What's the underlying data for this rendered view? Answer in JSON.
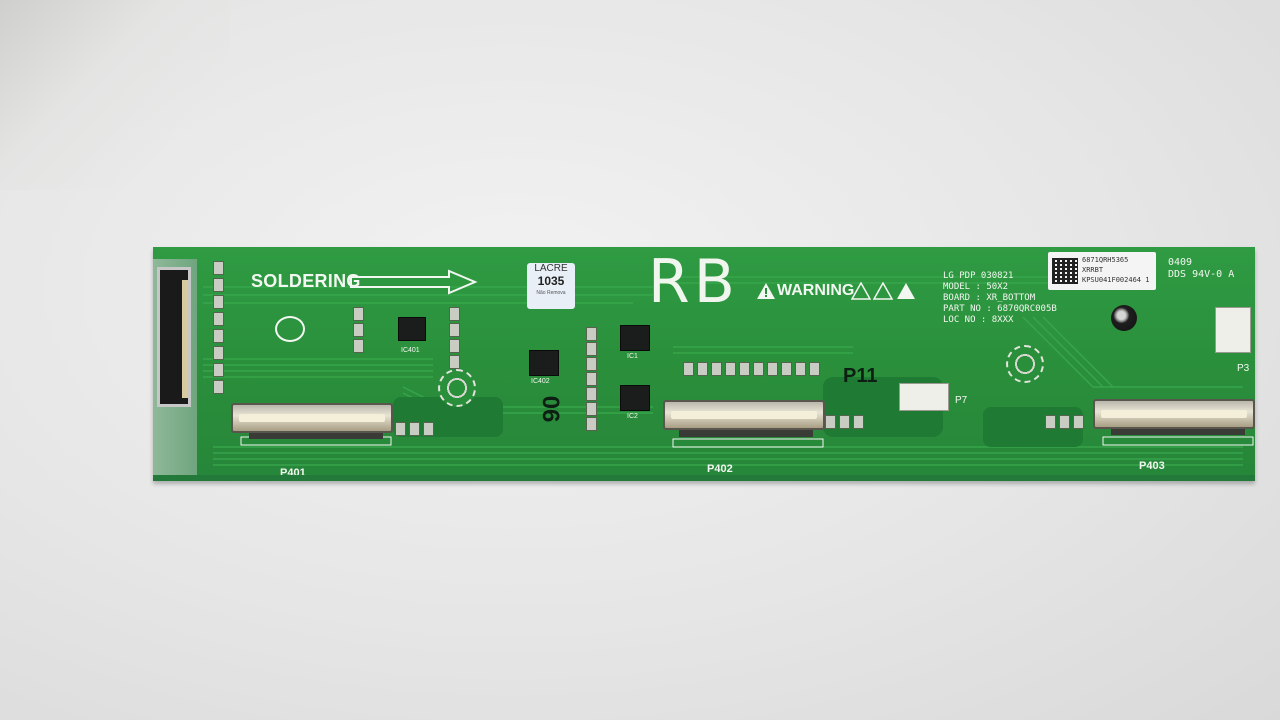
{
  "scene": {
    "description_kind": "photo",
    "board_color": "#2a8f3b",
    "background_color": "#e6e6e6"
  },
  "silkscreen": {
    "soldering": "SOLDERING",
    "rb": "RB",
    "warning": "WARNING",
    "info_lines": "LG PDP 030821\nMODEL : 50X2\nBOARD : XR_BOTTOM\nPART NO : 6870QRC005B\nLOC NO : 8XXX",
    "rating": "0409\nDDS 94V-0 A",
    "p11": "P11",
    "hw_90": "90",
    "connectors": {
      "p401": "P401",
      "p402": "P402",
      "p403": "P403",
      "p7": "P7",
      "p3": "P3"
    },
    "ics": {
      "ic401": "IC401",
      "ic402": "IC402",
      "ic1": "IC1",
      "ic2": "IC2"
    }
  },
  "lacre_sticker": {
    "title": "LACRE",
    "number": "1035",
    "note": "Não Remova"
  },
  "barcode_sticker": {
    "text": "6871QRH5365\nXRRBT\nKPSU041F002464 1"
  }
}
